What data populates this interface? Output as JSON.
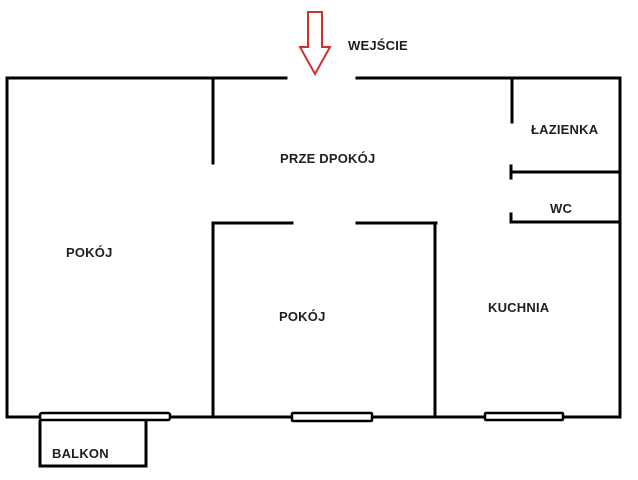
{
  "plan": {
    "entrance": {
      "label": "WEJŚCIE",
      "arrow_color": "#d03030"
    },
    "rooms": [
      {
        "id": "hall",
        "label": "PRZE DPOKÓJ"
      },
      {
        "id": "bathroom",
        "label": "ŁAZIENKA"
      },
      {
        "id": "wc",
        "label": "WC"
      },
      {
        "id": "room-left",
        "label": "POKÓJ"
      },
      {
        "id": "room-middle",
        "label": "POKÓJ"
      },
      {
        "id": "kitchen",
        "label": "KUCHNIA"
      },
      {
        "id": "balcony",
        "label": "BALKON"
      }
    ],
    "colors": {
      "wall": "#000000",
      "background": "#ffffff",
      "arrow": "#d03030"
    }
  }
}
